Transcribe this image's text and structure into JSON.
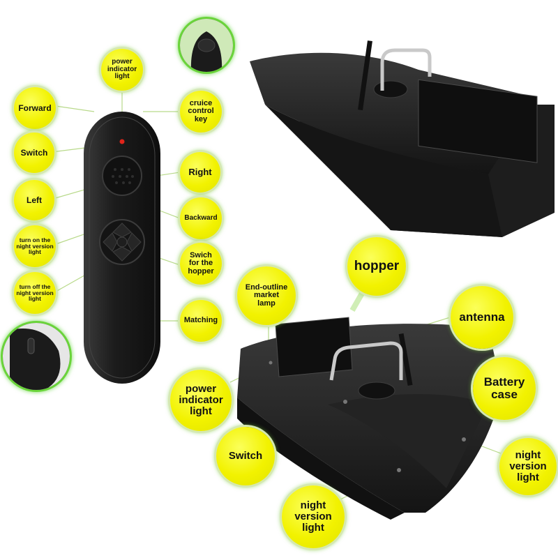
{
  "colors": {
    "bubble": "#f2f200",
    "glow": "#6ad43a",
    "product": "#1c1c1c",
    "leader_line": "#b8d98a"
  },
  "icons": {
    "indicator_led": "red-led-icon",
    "remote_speaker": "speaker-grille-icon",
    "dpad": "dpad-icon"
  },
  "remote_labels": {
    "power_indicator_light": "power\nindicator\nlight",
    "forward": "Forward",
    "cruise_control_key": "cruice\ncontrol\nkey",
    "switch": "Switch",
    "right": "Right",
    "left": "Left",
    "backward": "Backward",
    "turn_on_night": "turn on the\nnight version\nlight",
    "switch_hopper": "Swich\nfor the\nhopper",
    "turn_off_night": "turn off the\nnight version\nlight",
    "matching": "Matching"
  },
  "boat_labels": {
    "end_outline": "End-outline\nmarket\nlamp",
    "hopper": "hopper",
    "antenna": "antenna",
    "battery_case": "Battery\ncase",
    "power_indicator_light": "power\nindicator\nlight",
    "switch": "Switch",
    "night_version_light_right": "night\nversion\nlight",
    "night_version_light_bottom": "night\nversion\nlight"
  }
}
